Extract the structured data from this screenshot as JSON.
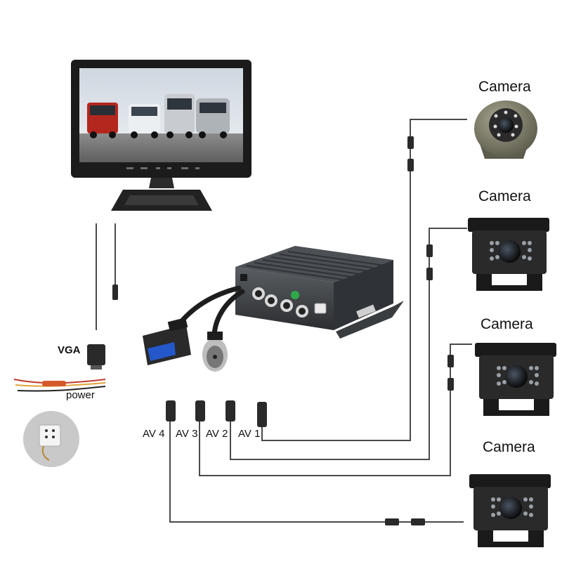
{
  "cameras": [
    {
      "label": "Camera",
      "kind": "dome"
    },
    {
      "label": "Camera",
      "kind": "box"
    },
    {
      "label": "Camera",
      "kind": "box"
    },
    {
      "label": "Camera",
      "kind": "box"
    }
  ],
  "ports": {
    "av1": "AV 1",
    "av2": "AV 2",
    "av3": "AV 3",
    "av4": "AV 4",
    "vga": "VGA",
    "power": "power"
  },
  "colors": {
    "device_body": "#3a3d40",
    "cable": "#222222",
    "wire": "#4a4a4a",
    "connector_green": "#2fa84a",
    "vga_blue": "#2457c9",
    "camera_khaki": "#7b7a66"
  }
}
